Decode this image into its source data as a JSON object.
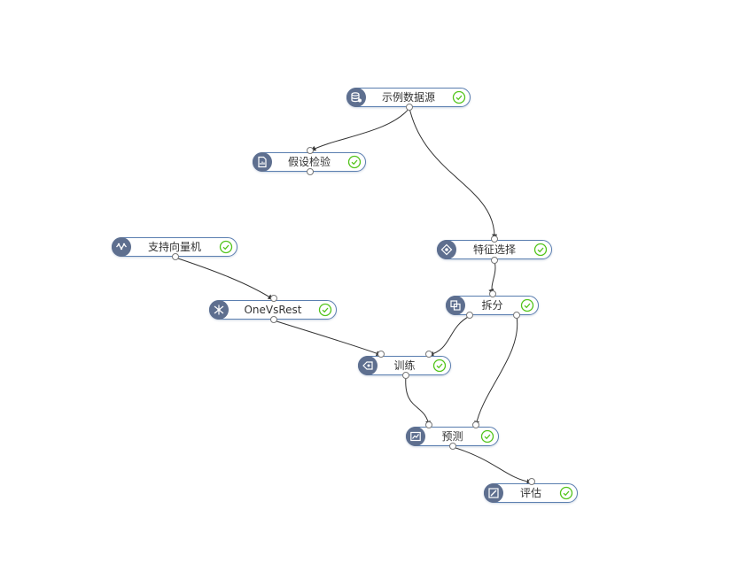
{
  "nodes": {
    "sample_datasource": {
      "label": "示例数据源",
      "icon": "database-icon",
      "status": "success-check-icon"
    },
    "hypothesis_test": {
      "label": "假设检验",
      "icon": "document-chart-icon",
      "status": "success-check-icon"
    },
    "svm": {
      "label": "支持向量机",
      "icon": "algorithm-icon",
      "status": "success-check-icon"
    },
    "feature_selection": {
      "label": "特征选择",
      "icon": "feature-icon",
      "status": "success-check-icon"
    },
    "onevsrest": {
      "label": "OneVsRest",
      "icon": "shuffle-icon",
      "status": "success-check-icon"
    },
    "split": {
      "label": "拆分",
      "icon": "split-icon",
      "status": "success-check-icon"
    },
    "train": {
      "label": "训练",
      "icon": "train-icon",
      "status": "success-check-icon"
    },
    "predict": {
      "label": "预测",
      "icon": "predict-chart-icon",
      "status": "success-check-icon"
    },
    "evaluate": {
      "label": "评估",
      "icon": "evaluate-icon",
      "status": "success-check-icon"
    }
  },
  "connections": [
    {
      "from": "sample_datasource",
      "to": "hypothesis_test"
    },
    {
      "from": "sample_datasource",
      "to": "feature_selection"
    },
    {
      "from": "feature_selection",
      "to": "split"
    },
    {
      "from": "svm",
      "to": "onevsrest"
    },
    {
      "from": "onevsrest",
      "to": "train"
    },
    {
      "from": "split",
      "to": "train"
    },
    {
      "from": "split",
      "to": "predict"
    },
    {
      "from": "train",
      "to": "predict"
    },
    {
      "from": "predict",
      "to": "evaluate"
    }
  ],
  "colors": {
    "node_border": "#5b7fb0",
    "icon_bg": "#5e6f8f",
    "success": "#52c41a",
    "edge": "#333333"
  }
}
